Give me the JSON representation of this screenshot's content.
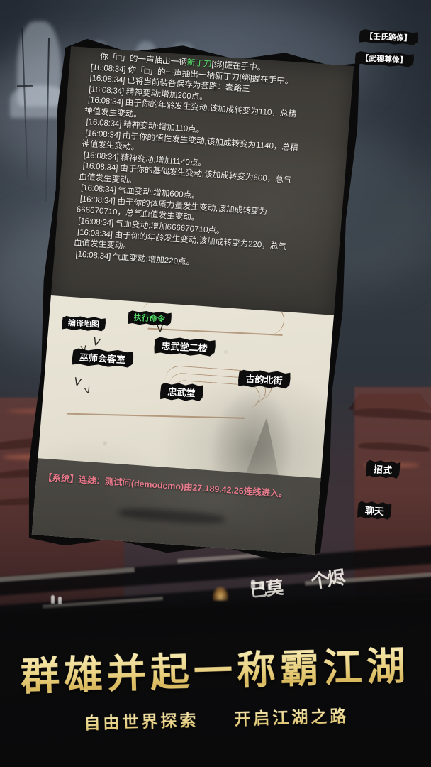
{
  "app": {
    "title": "群雄并起一称霸江湖",
    "subtitle_left": "自由世界探索",
    "subtitle_right": "开启江湖之路",
    "accent_green": "#56e06a",
    "accent_pink": "#e8798b",
    "paper_color": "#e9e5d7",
    "chip_color": "#0d0d0e"
  },
  "corner_buttons": [
    {
      "label": "【壬氏跪像】",
      "name": "wang-kneeling-statue"
    },
    {
      "label": "【武穆尊像】",
      "name": "wumu-honored-statue"
    }
  ],
  "chat": {
    "timestamp": "[16:08:34]",
    "lines": [
      {
        "ts": "",
        "text": "你「□」的一声抽出一柄",
        "green": "新丁刀",
        "tail": "[绑]握在手中。",
        "indent": "top"
      },
      {
        "ts": "[16:08:34]",
        "text": "你「□」的一声抽出一柄新丁刀[绑]握在手中。"
      },
      {
        "ts": "[16:08:34]",
        "text": "已将当前装备保存为套路：套路三"
      },
      {
        "ts": "[16:08:34]",
        "text": "精神变动:增加200点。"
      },
      {
        "ts": "[16:08:34]",
        "text": "由于你的年龄发生变动,该加成转变为110，总精"
      },
      {
        "ts": "",
        "text": "神值发生变动。",
        "cont": true
      },
      {
        "ts": "[16:08:34]",
        "text": "精神变动:增加110点。"
      },
      {
        "ts": "[16:08:34]",
        "text": "由于你的悟性发生变动,该加成转变为1140，总精"
      },
      {
        "ts": "",
        "text": "神值发生变动。",
        "cont": true
      },
      {
        "ts": "[16:08:34]",
        "text": "精神变动:增加1140点。"
      },
      {
        "ts": "[16:08:34]",
        "text": "由于你的基础发生变动,该加成转变为600，总气"
      },
      {
        "ts": "",
        "text": "血值发生变动。",
        "cont": true
      },
      {
        "ts": "[16:08:34]",
        "text": "气血变动:增加600点。"
      },
      {
        "ts": "[16:08:34]",
        "text": "由于你的体质力量发生变动,该加成转变为"
      },
      {
        "ts": "",
        "text": "666670710，总气血值发生变动。",
        "cont": true
      },
      {
        "ts": "[16:08:34]",
        "text": "气血变动:增加666670710点。"
      },
      {
        "ts": "[16:08:34]",
        "text": "由于你的年龄发生变动,该加成转变为220，总气"
      },
      {
        "ts": "",
        "text": "血值发生变动。",
        "cont": true
      },
      {
        "ts": "[16:08:34]",
        "text": "气血变动:增加220点。"
      }
    ]
  },
  "map": {
    "compile_button": "编译地图",
    "execute_button": "执行命令",
    "nodes": [
      {
        "label": "巫师会客室",
        "name": "node-wizard-reception-room"
      },
      {
        "label": "忠武堂二楼",
        "name": "node-zhongwutang-second-floor"
      },
      {
        "label": "忠武堂",
        "name": "node-zhongwutang"
      },
      {
        "label": "古韵北街",
        "name": "node-guyun-north-street"
      }
    ]
  },
  "system": {
    "tag": "【系统】",
    "message": "连线：测试问(demodemo)由27.189.42.26连线进入。",
    "full": "【系统】连线：测试问(demodemo)由27.189.42.26连线进入。"
  },
  "side_buttons": [
    {
      "label": "招式",
      "name": "skills-button"
    },
    {
      "label": "聊天",
      "name": "chat-button"
    }
  ]
}
